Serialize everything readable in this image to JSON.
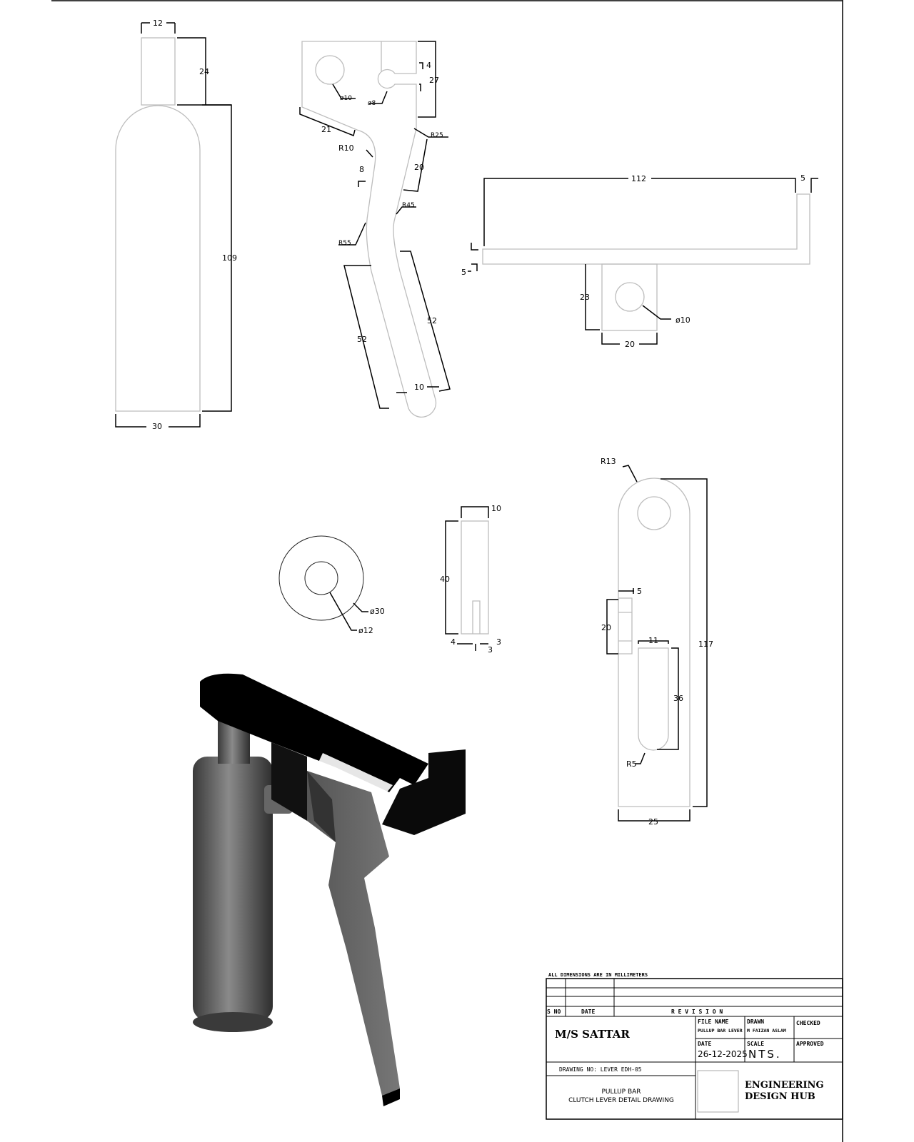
{
  "drawing": {
    "bottle_view": {
      "dims": [
        "12",
        "24",
        "109",
        "30"
      ]
    },
    "lever_view": {
      "dims": [
        "ø10",
        "ø8",
        "4",
        "27",
        "21",
        "R10",
        "8",
        "R25",
        "20",
        "R45",
        "R55",
        "52",
        "52",
        "10"
      ]
    },
    "bracket_view": {
      "dims": [
        "112",
        "5",
        "5",
        "23",
        "ø10",
        "20"
      ]
    },
    "washer_view": {
      "dims": [
        "ø30",
        "ø12"
      ]
    },
    "pin_view": {
      "dims": [
        "10",
        "40",
        "4",
        "3",
        "3"
      ]
    },
    "link_view": {
      "dims": [
        "R13",
        "5",
        "20",
        "11",
        "36",
        "117",
        "R5",
        "25"
      ]
    }
  },
  "title_block": {
    "note": "ALL DIMENSIONS ARE IN MILLIMETERS",
    "sno_label": "S NO",
    "date_col_label": "DATE",
    "revision_label": "R E V I S I O N",
    "company": "M/S SATTAR",
    "file_name_label": "FILE NAME",
    "file_name": "PULLUP BAR LEVER",
    "drawn_label": "DRAWN",
    "drawn_by": "M FAIZAN ASLAM",
    "checked_label": "CHECKED",
    "date_label": "DATE",
    "date": "26-12-2025",
    "scale_label": "SCALE",
    "scale": "NTS.",
    "approved_label": "APPROVED",
    "drawing_no": "DRAWING NO: LEVER EDH-05",
    "title_line1": "PULLUP BAR",
    "title_line2": "CLUTCH LEVER DETAIL DRAWING",
    "firm_line1": "ENGINEERING",
    "firm_line2": "DESIGN HUB"
  }
}
